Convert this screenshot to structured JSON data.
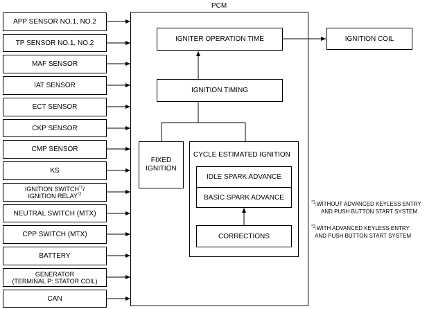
{
  "pcm_label": "PCM",
  "inputs": [
    {
      "label": "APP SENSOR NO.1, NO.2"
    },
    {
      "label": "TP SENSOR NO.1, NO.2"
    },
    {
      "label": "MAF SENSOR"
    },
    {
      "label": "IAT SENSOR"
    },
    {
      "label": "ECT SENSOR"
    },
    {
      "label": "CKP SENSOR"
    },
    {
      "label": "CMP SENSOR"
    },
    {
      "label": "KS"
    },
    {
      "line1": "IGNITION SWITCH",
      "line1_sup": "*1",
      "line1_tail": "/",
      "line2": "IGNITION RELAY",
      "line2_sup": "*2"
    },
    {
      "label": "NEUTRAL SWITCH (MTX)"
    },
    {
      "label": "CPP SWITCH (MTX)"
    },
    {
      "label": "BATTERY"
    },
    {
      "line1": "GENERATOR",
      "line2": "(TERMINAL P: STATOR COIL)"
    },
    {
      "label": "CAN"
    }
  ],
  "blocks": {
    "igniter_operation_time": "IGNITER OPERATION TIME",
    "ignition_coil": "IGNITION COIL",
    "ignition_timing": "IGNITION TIMING",
    "fixed_ignition_line1": "FIXED",
    "fixed_ignition_line2": "IGNITION",
    "cycle_estimated_ignition": "CYCLE ESTIMATED IGNITION",
    "idle_spark_advance": "IDLE SPARK ADVANCE",
    "basic_spark_advance": "BASIC SPARK ADVANCE",
    "corrections": "CORRECTIONS"
  },
  "notes": {
    "note1_mark": "*1",
    "note1_line1": ":WITHOUT ADVANCED KEYLESS ENTRY",
    "note1_line2": "AND PUSH BUTTON START SYSTEM",
    "note2_mark": "*2",
    "note2_line1": ":WITH ADVANCED KEYLESS ENTRY",
    "note2_line2": "AND PUSH BUTTON START SYSTEM"
  }
}
